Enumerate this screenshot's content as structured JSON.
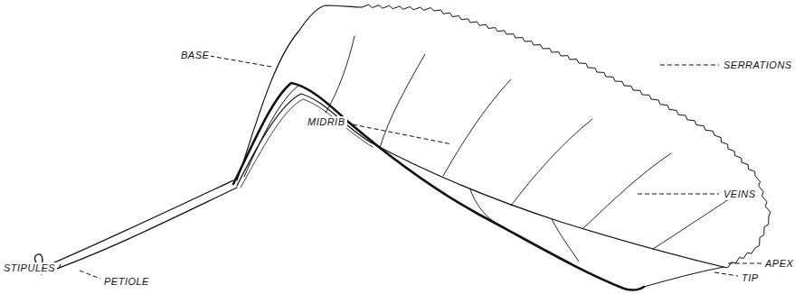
{
  "diagram": {
    "labels": [
      "BASE",
      "SERRATIONS",
      "STIPULES",
      "PETIOLE",
      "MIDRIB",
      "VEINS",
      "APEX",
      "TIP"
    ]
  }
}
